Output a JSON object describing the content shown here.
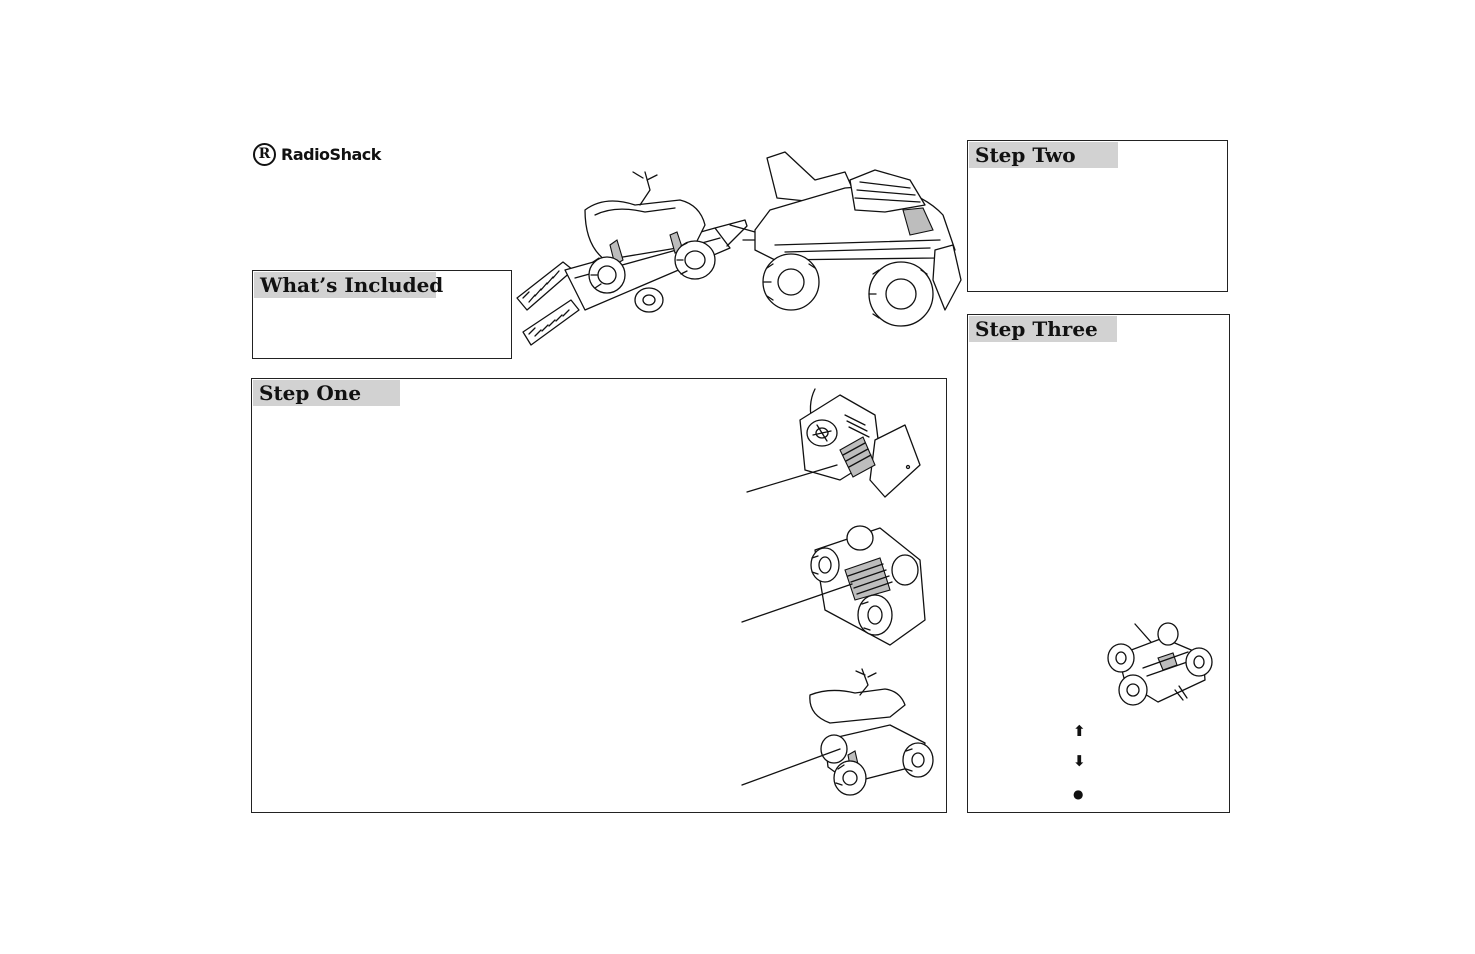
{
  "brand": {
    "name": "RadioShack",
    "mark": "R"
  },
  "sections": {
    "whats_included": {
      "title": "What’s Included"
    },
    "step_one": {
      "title": "Step One"
    },
    "step_two": {
      "title": "Step Two"
    },
    "step_three": {
      "title": "Step Three"
    }
  },
  "step_three_controls": {
    "forward_symbol": "⬆",
    "reverse_symbol": "⬇",
    "stop_symbol": "●"
  },
  "colors": {
    "heading_band": "#d2d2d2",
    "border": "#222222",
    "ink": "#111111"
  }
}
